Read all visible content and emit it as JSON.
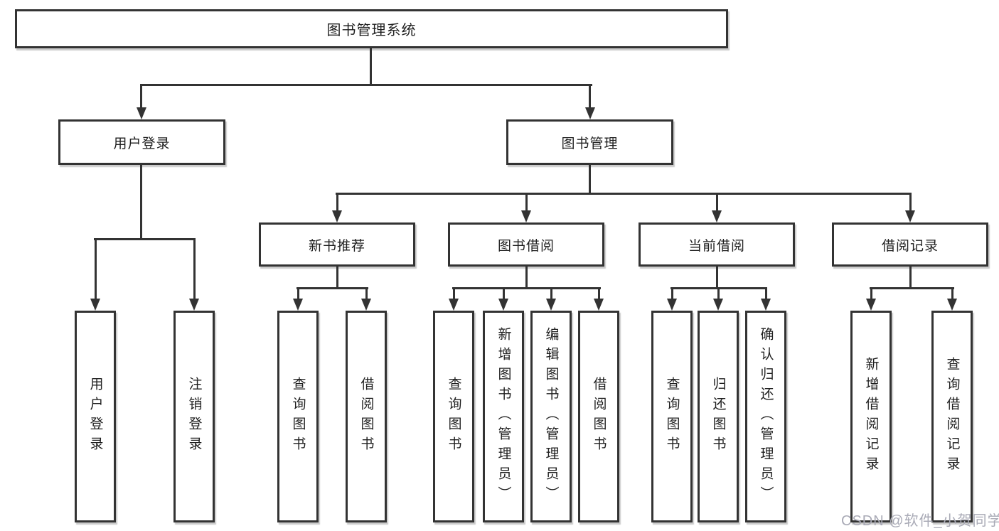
{
  "diagram": {
    "tree": {
      "label": "图书管理系统",
      "children": [
        {
          "label": "用户登录",
          "children": [
            {
              "label": "用户登录"
            },
            {
              "label": "注销登录"
            }
          ]
        },
        {
          "label": "图书管理",
          "children": [
            {
              "label": "新书推荐",
              "children": [
                {
                  "label": "查询图书"
                },
                {
                  "label": "借阅图书"
                }
              ]
            },
            {
              "label": "图书借阅",
              "children": [
                {
                  "label": "查询图书"
                },
                {
                  "label": "新增图书（管理员）"
                },
                {
                  "label": "编辑图书（管理员）"
                },
                {
                  "label": "借阅图书"
                }
              ]
            },
            {
              "label": "当前借阅",
              "children": [
                {
                  "label": "查询图书"
                },
                {
                  "label": "归还图书"
                },
                {
                  "label": "确认归还（管理员）"
                }
              ]
            },
            {
              "label": "借阅记录",
              "children": [
                {
                  "label": "新增借阅记录"
                },
                {
                  "label": "查询借阅记录"
                }
              ]
            }
          ]
        }
      ]
    }
  },
  "watermark": {
    "text": "CSDN @软件_小贺同学"
  },
  "colors": {
    "line": "#333333",
    "text": "#1f1f1f",
    "watermark": "#a9aab6",
    "background": "#ffffff"
  }
}
